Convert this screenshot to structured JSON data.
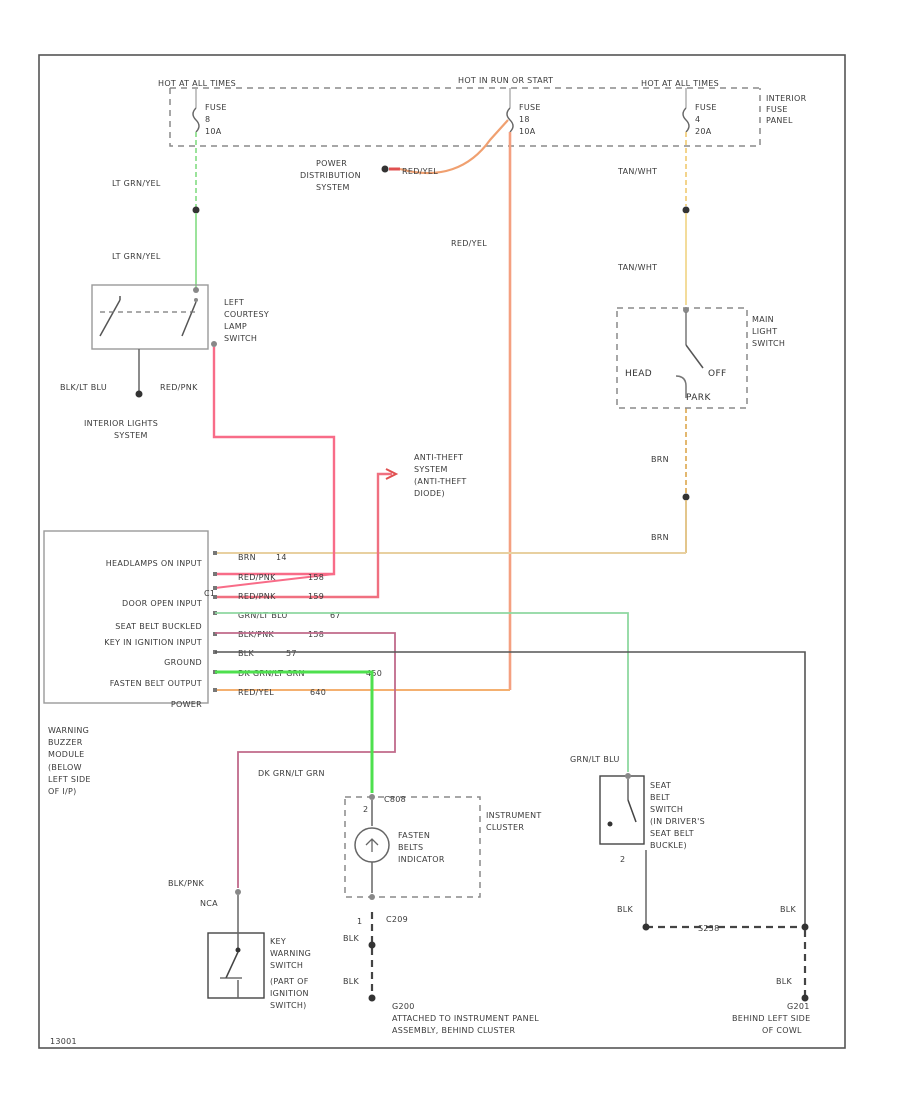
{
  "fuse_panel": {
    "hot_left": "HOT AT ALL TIMES",
    "hot_center": "HOT IN RUN OR START",
    "hot_right": "HOT AT ALL TIMES",
    "panel_label": [
      "INTERIOR",
      "FUSE",
      "PANEL"
    ],
    "fuse_left": [
      "FUSE",
      "8",
      "10A"
    ],
    "fuse_center": [
      "FUSE",
      "18",
      "10A"
    ],
    "fuse_right": [
      "FUSE",
      "4",
      "20A"
    ]
  },
  "power_distribution": {
    "label": [
      "POWER",
      "DISTRIBUTION",
      "SYSTEM"
    ],
    "wire": "RED/YEL"
  },
  "wires": {
    "lt_grn_yel_1": "LT GRN/YEL",
    "lt_grn_yel_2": "LT GRN/YEL",
    "red_yel_vertical": "RED/YEL",
    "tan_wht_1": "TAN/WHT",
    "tan_wht_2": "TAN/WHT",
    "brn_1": "BRN",
    "brn_2": "BRN",
    "blk_lt_blu": "BLK/LT BLU",
    "red_pnk": "RED/PNK",
    "dk_grn_lt_grn": "DK GRN/LT GRN",
    "grn_lt_blu": "GRN/LT BLU",
    "blk_pnk": "BLK/PNK",
    "blk_a": "BLK",
    "blk_b": "BLK",
    "blk_c": "BLK",
    "blk_d": "BLK",
    "blk_e": "BLK"
  },
  "courtesy_switch": {
    "label": [
      "LEFT",
      "COURTESY",
      "LAMP",
      "SWITCH"
    ]
  },
  "interior_lights": {
    "label": [
      "INTERIOR LIGHTS",
      "SYSTEM"
    ]
  },
  "anti_theft": {
    "label": [
      "ANTI-THEFT",
      "SYSTEM",
      "(ANTI-THEFT",
      "DIODE)"
    ]
  },
  "main_light_switch": {
    "label": [
      "MAIN",
      "LIGHT",
      "SWITCH"
    ],
    "head": "HEAD",
    "off": "OFF",
    "park": "PARK"
  },
  "warning_module": {
    "inputs": [
      "HEADLAMPS ON INPUT",
      "DOOR OPEN INPUT",
      "SEAT BELT BUCKLED",
      "KEY IN IGNITION INPUT",
      "GROUND",
      "FASTEN BELT OUTPUT",
      "POWER"
    ],
    "label": [
      "WARNING",
      "BUZZER",
      "MODULE",
      "(BELOW",
      "LEFT SIDE",
      "OF I/P)"
    ],
    "pins": [
      {
        "wire": "BRN",
        "circuit": "14"
      },
      {
        "wire": "RED/PNK",
        "circuit": "158"
      },
      {
        "wire": "RED/PNK",
        "circuit": "159"
      },
      {
        "wire": "GRN/LT BLU",
        "circuit": "67"
      },
      {
        "wire": "BLK/PNK",
        "circuit": "158"
      },
      {
        "wire": "BLK",
        "circuit": "57"
      },
      {
        "wire": "DK GRN/LT GRN",
        "circuit": "450"
      },
      {
        "wire": "RED/YEL",
        "circuit": "640"
      }
    ],
    "splice_label": "C1"
  },
  "instrument_cluster": {
    "label": [
      "INSTRUMENT",
      "CLUSTER"
    ],
    "indicator": [
      "FASTEN",
      "BELTS",
      "INDICATOR"
    ],
    "conn_top": "C808",
    "conn_bot": "C209",
    "pin_top": "2",
    "pin_bot": "1"
  },
  "key_switch": {
    "label": [
      "KEY",
      "WARNING",
      "SWITCH",
      "(PART OF",
      "IGNITION",
      "SWITCH)"
    ],
    "conn": "NCA"
  },
  "seat_belt_switch": {
    "label": [
      "SEAT",
      "BELT",
      "SWITCH",
      "(IN DRIVER'S",
      "SEAT BELT",
      "BUCKLE)"
    ],
    "pin": "2",
    "splice": "S258"
  },
  "grounds": {
    "g200": [
      "G200",
      "ATTACHED TO INSTRUMENT PANEL",
      "ASSEMBLY, BEHIND CLUSTER"
    ],
    "g201": [
      "G201",
      "BEHIND LEFT SIDE",
      "OF COWL"
    ]
  },
  "footer_code": "13001"
}
